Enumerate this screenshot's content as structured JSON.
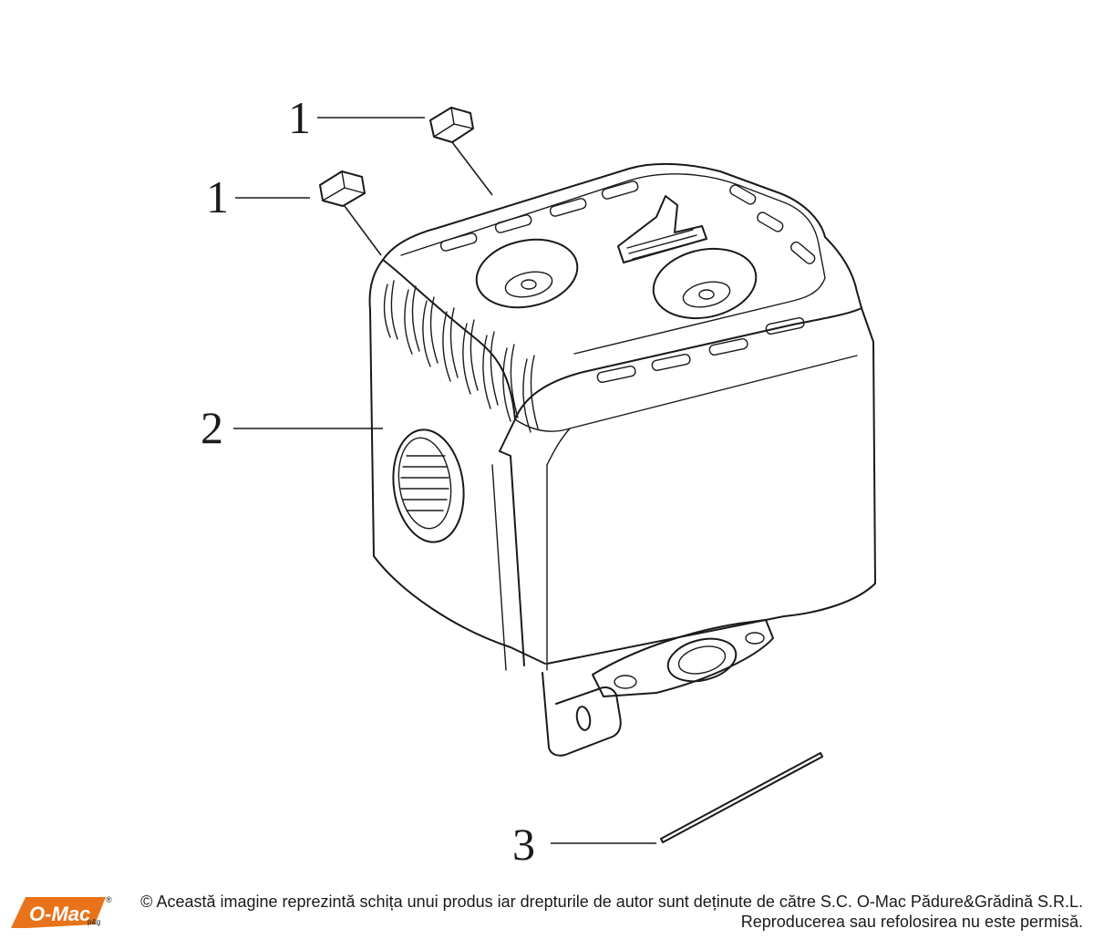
{
  "callouts": [
    {
      "label": "1"
    },
    {
      "label": "1"
    },
    {
      "label": "2"
    },
    {
      "label": "3"
    }
  ],
  "footer": {
    "logo_text": "O-Mac",
    "logo_sub": "p&g",
    "logo_mark": "®",
    "brand_color": "#e8731a",
    "copyright_line1": "© Această imagine reprezintă schița unui produs iar drepturile de autor sunt deținute de către S.C. O-Mac Pădure&Grădină S.R.L.",
    "copyright_line2": "Reproducerea sau refolosirea nu este permisă."
  }
}
